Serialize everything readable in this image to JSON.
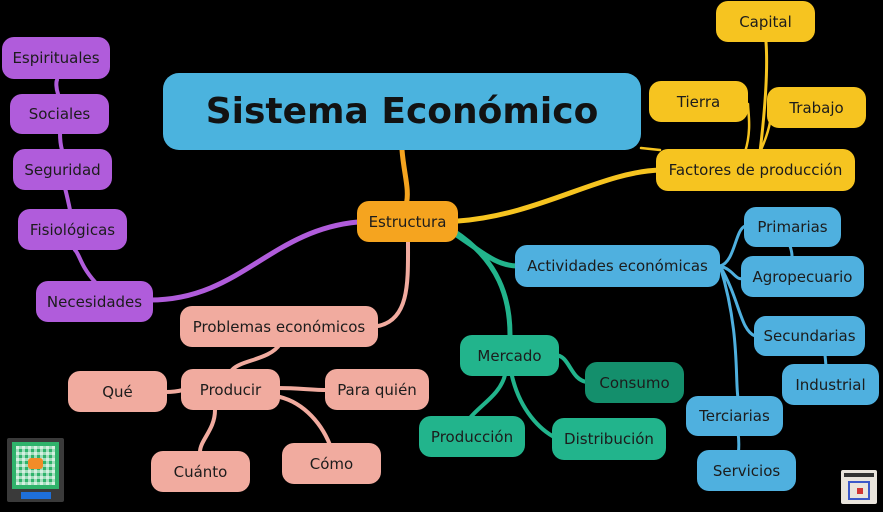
{
  "title": "Sistema Económico",
  "center": "Estructura",
  "factores": {
    "label": "Factores de producción",
    "items": [
      "Capital",
      "Tierra",
      "Trabajo"
    ]
  },
  "necesidades": {
    "label": "Necesidades",
    "items": [
      "Espirituales",
      "Sociales",
      "Seguridad",
      "Fisiológicas"
    ]
  },
  "actividades": {
    "label": "Actividades económicas",
    "primarias": "Primarias",
    "agropecuario": "Agropecuario",
    "secundarias": "Secundarias",
    "industrial": "Industrial",
    "terciarias": "Terciarias",
    "servicios": "Servicios"
  },
  "mercado": {
    "label": "Mercado",
    "consumo": "Consumo",
    "produccion": "Producción",
    "distribucion": "Distribución"
  },
  "problemas": {
    "label": "Problemas económicos",
    "producir": "Producir",
    "que": "Qué",
    "para_quien": "Para quién",
    "cuanto": "Cuánto",
    "como": "Cómo"
  },
  "colors": {
    "background": "#000000",
    "title": "#4bb3de",
    "estructura": "#f5a41f",
    "necesidades": "#b05cdb",
    "factores": "#f6c420",
    "actividades": "#4fb0df",
    "mercado": "#22b48c",
    "consumo": "#148f6c",
    "problemas": "#f1ab9f"
  }
}
